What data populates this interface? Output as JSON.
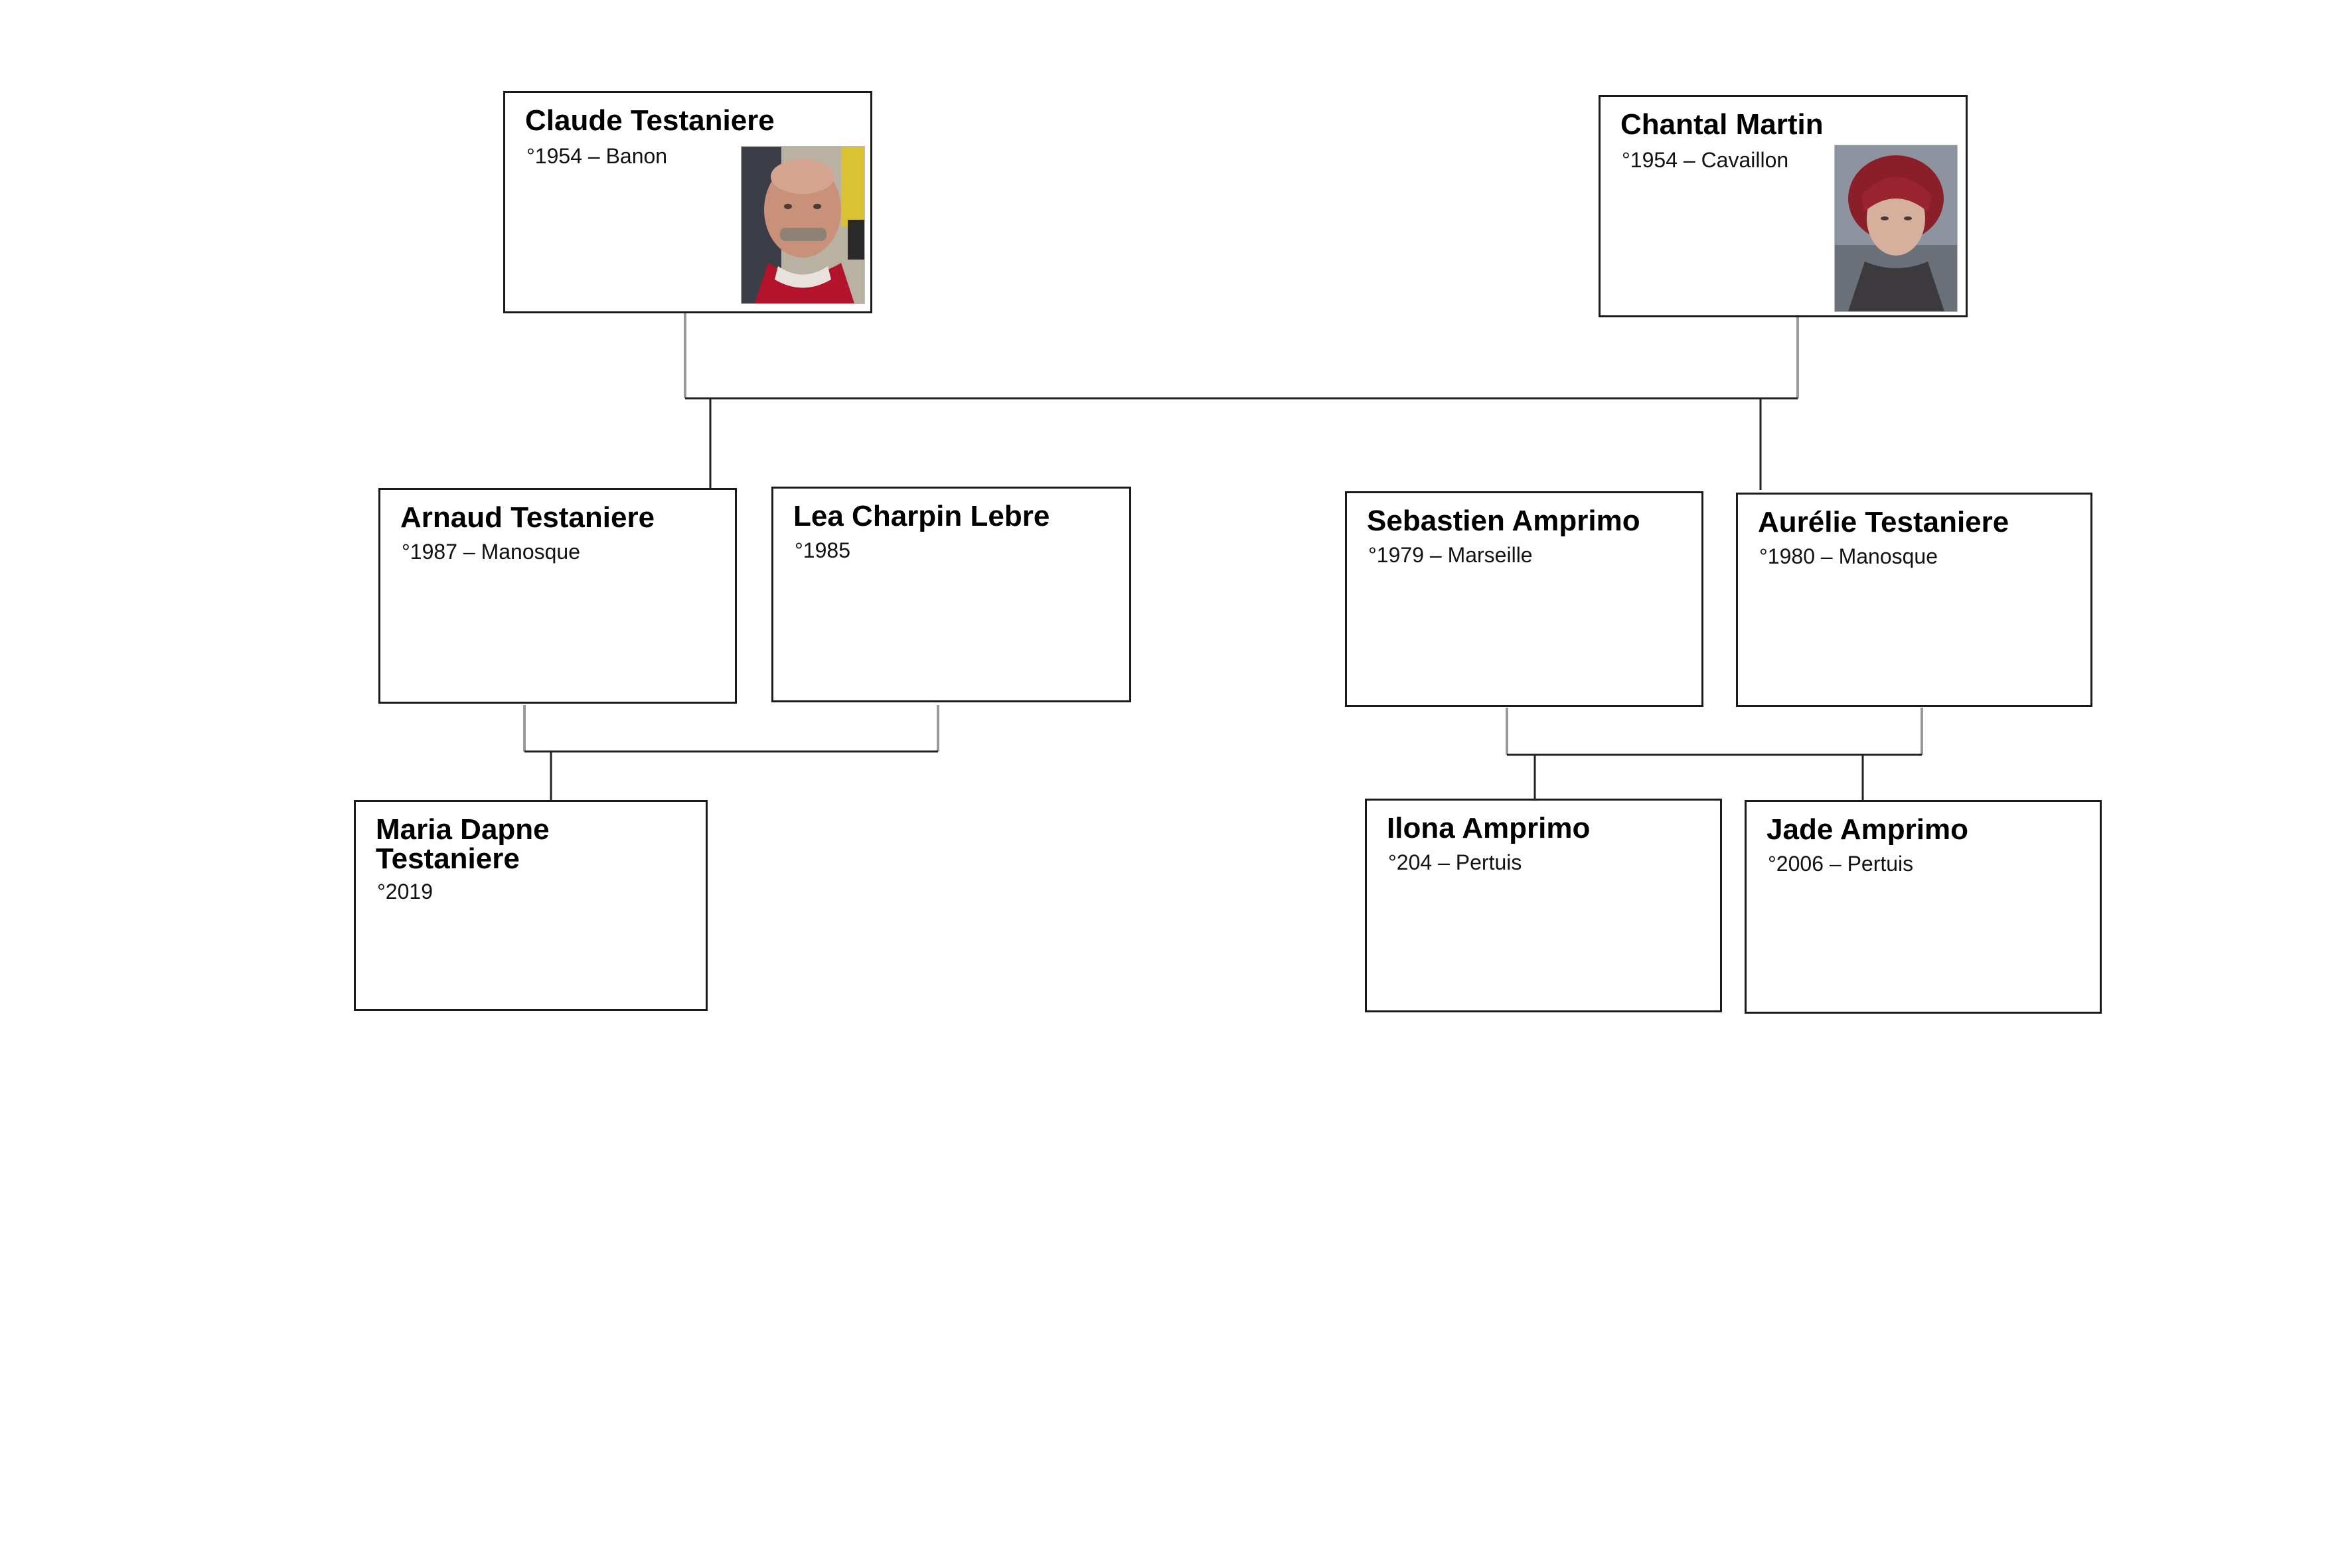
{
  "people": {
    "claude": {
      "name": "Claude Testaniere",
      "info": "°1954 – Banon",
      "photo_icon": "man-portrait-photo"
    },
    "chantal": {
      "name": "Chantal Martin",
      "info": "°1954 – Cavaillon",
      "photo_icon": "woman-portrait-photo"
    },
    "arnaud": {
      "name": "Arnaud Testaniere",
      "info": "°1987 – Manosque"
    },
    "lea": {
      "name": "Lea Charpin Lebre",
      "info": "°1985"
    },
    "sebastien": {
      "name": "Sebastien Amprimo",
      "info": "°1979 – Marseille"
    },
    "aurelie": {
      "name": "Aurélie Testaniere",
      "info": "°1980 – Manosque"
    },
    "maria": {
      "name": "Maria Dapne Testaniere",
      "info": "°2019"
    },
    "ilona": {
      "name": "Ilona Amprimo",
      "info": "°204 – Pertuis"
    },
    "jade": {
      "name": "Jade Amprimo",
      "info": "°2006 – Pertuis"
    }
  },
  "colors": {
    "card_border": "#1a1a1a",
    "connector_dark": "#222222",
    "connector_grey": "#9a9a9a",
    "background": "#ffffff"
  }
}
